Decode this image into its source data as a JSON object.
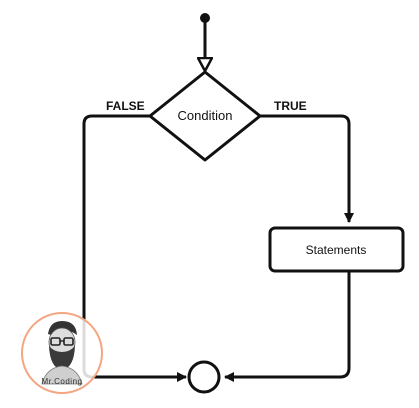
{
  "diagram": {
    "condition_label": "Condition",
    "true_label": "TRUE",
    "false_label": "FALSE",
    "statements_label": "Statements"
  },
  "logo": {
    "text": "Mr.Coding",
    "accent_color": "#f4a582"
  },
  "colors": {
    "stroke": "#111111",
    "background": "#ffffff"
  }
}
